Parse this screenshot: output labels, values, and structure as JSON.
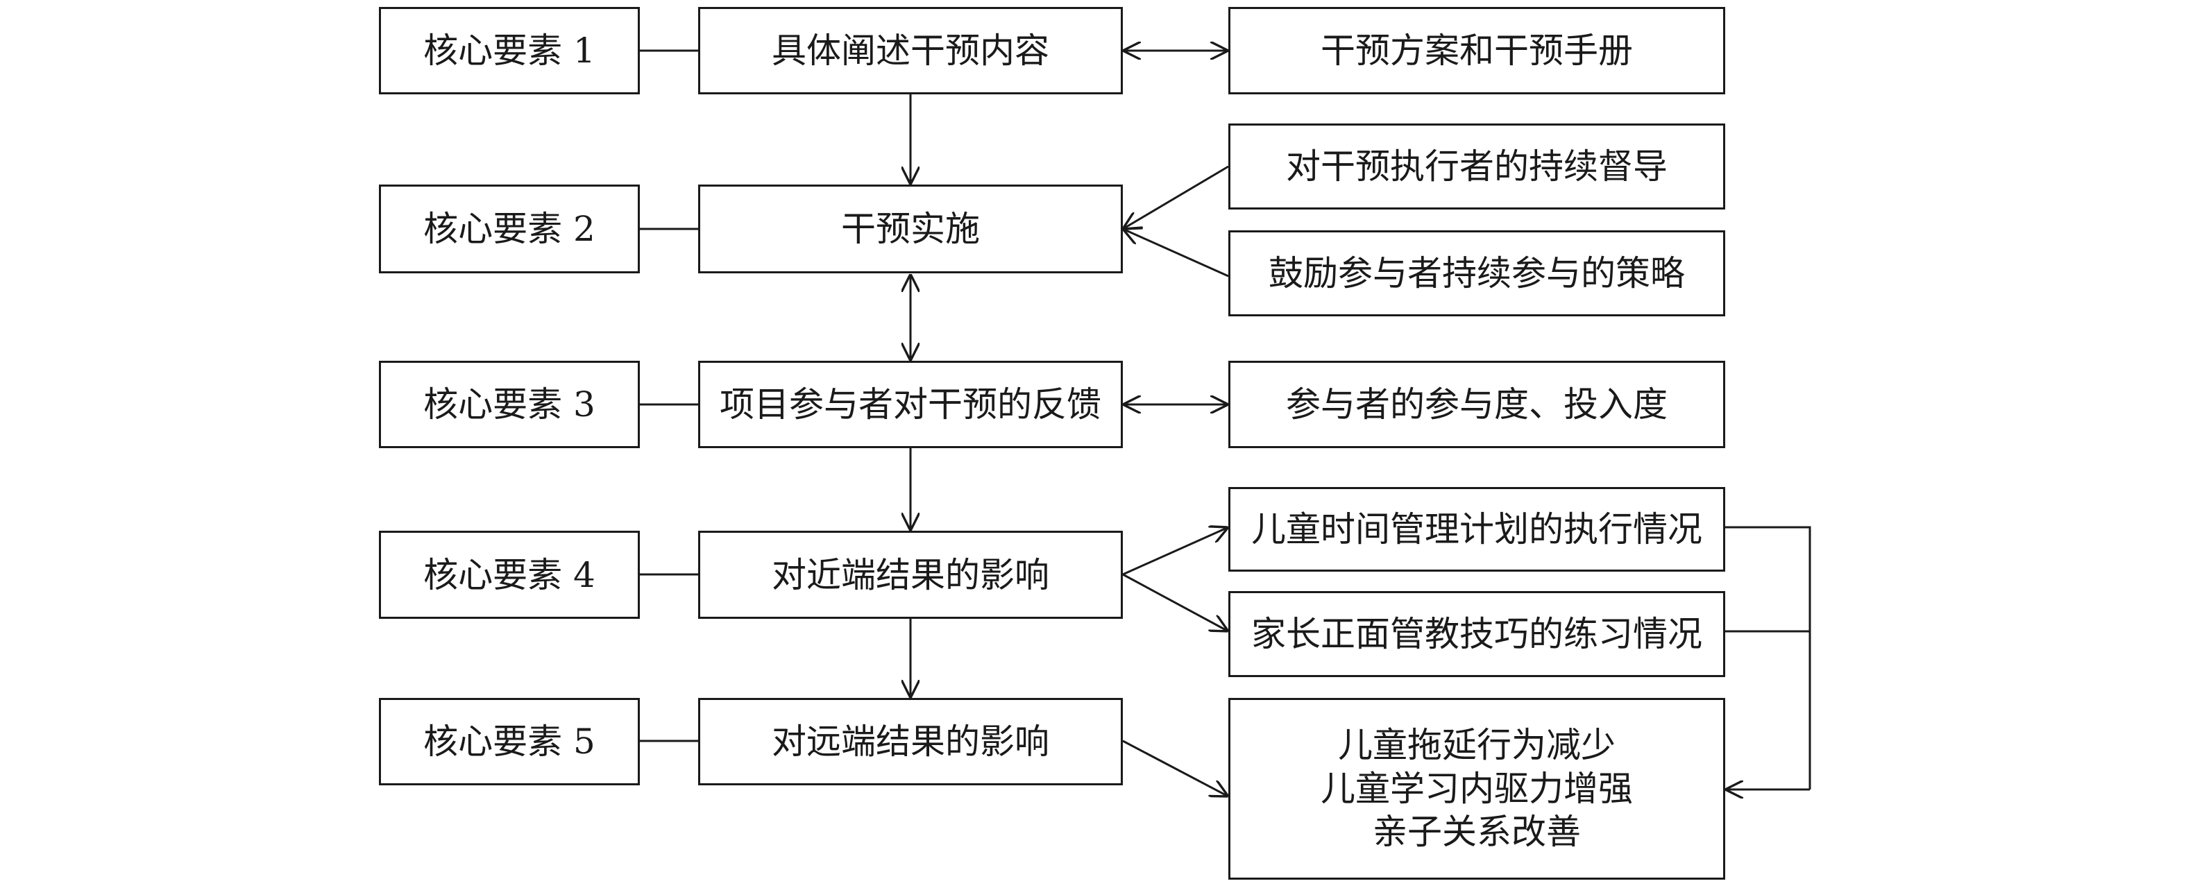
{
  "core_elements": [
    {
      "label": "核心要素 1"
    },
    {
      "label": "核心要素 2"
    },
    {
      "label": "核心要素 3"
    },
    {
      "label": "核心要素 4"
    },
    {
      "label": "核心要素 5"
    }
  ],
  "stages": [
    {
      "label": "具体阐述干预内容"
    },
    {
      "label": "干预实施"
    },
    {
      "label": "项目参与者对干预的反馈"
    },
    {
      "label": "对近端结果的影响"
    },
    {
      "label": "对远端结果的影响"
    }
  ],
  "details": {
    "manual": "干预方案和干预手册",
    "supervision": "对干预执行者的持续督导",
    "encourage": "鼓励参与者持续参与的策略",
    "engagement": "参与者的参与度、投入度",
    "child_plan": "儿童时间管理计划的执行情况",
    "parent_skill": "家长正面管教技巧的练习情况",
    "outcomes": [
      "儿童拖延行为减少",
      "儿童学习内驱力增强",
      "亲子关系改善"
    ]
  }
}
